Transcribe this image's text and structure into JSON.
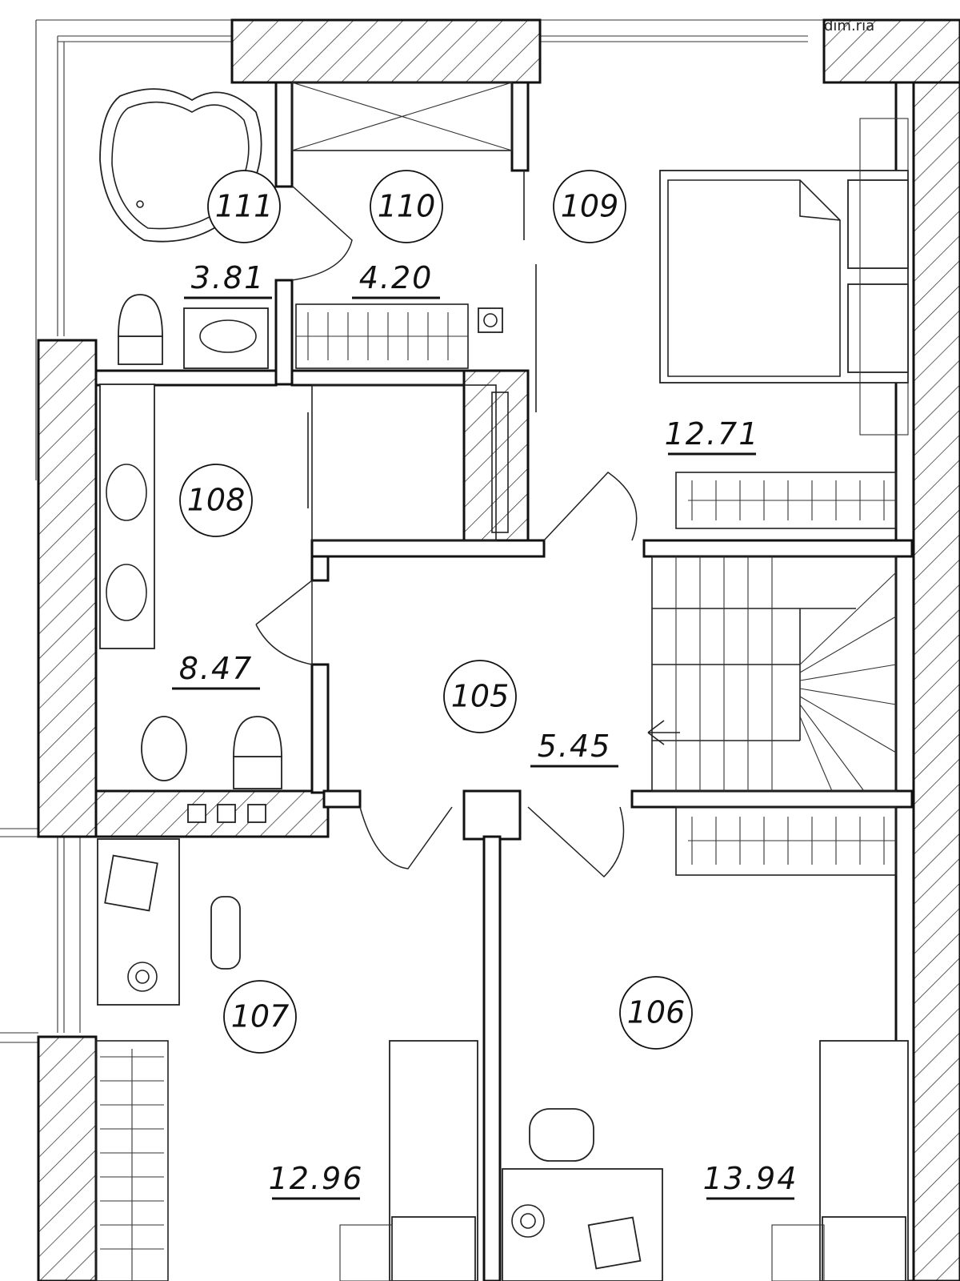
{
  "watermark": "dim.ria",
  "rooms": [
    {
      "id": "111",
      "area": "3.81"
    },
    {
      "id": "110",
      "area": "4.20"
    },
    {
      "id": "109",
      "area": "12.71"
    },
    {
      "id": "108",
      "area": "8.47"
    },
    {
      "id": "105",
      "area": "5.45"
    },
    {
      "id": "107",
      "area": "12.96"
    },
    {
      "id": "106",
      "area": "13.94"
    }
  ]
}
